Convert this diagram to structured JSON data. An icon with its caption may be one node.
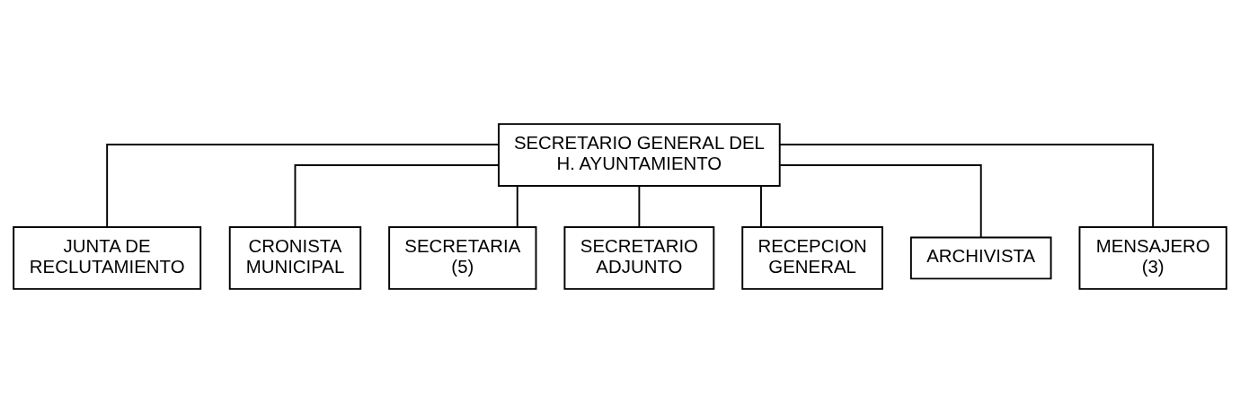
{
  "diagram": {
    "nodes": [
      {
        "text": [
          "SECRETARIO GENERAL DEL H. AYUNTAMIENTO"
        ]
      },
      {
        "text": [
          "JUNTA DE RECLUTAMIENTO"
        ]
      },
      {
        "text": [
          "CRONISTA MUNICIPAL"
        ]
      },
      {
        "text": [
          "SECRETARIA (5)"
        ]
      },
      {
        "text": [
          "SECRETARIO ADJUNTO"
        ]
      },
      {
        "text": [
          "RECEPCION GENERAL"
        ]
      },
      {
        "text": [
          "ARCHIVISTA"
        ]
      },
      {
        "text": [
          "MENSAJERO (3)"
        ]
      }
    ],
    "edges": [
      {
        "from": 0,
        "to": 1,
        "arrow": "none"
      },
      {
        "from": 0,
        "to": 2,
        "arrow": "none"
      },
      {
        "from": 0,
        "to": 3,
        "arrow": "none"
      },
      {
        "from": 0,
        "to": 4,
        "arrow": "none"
      },
      {
        "from": 0,
        "to": 5,
        "arrow": "none"
      },
      {
        "from": 0,
        "to": 6,
        "arrow": "none"
      },
      {
        "from": 0,
        "to": 7,
        "arrow": "none"
      }
    ]
  }
}
